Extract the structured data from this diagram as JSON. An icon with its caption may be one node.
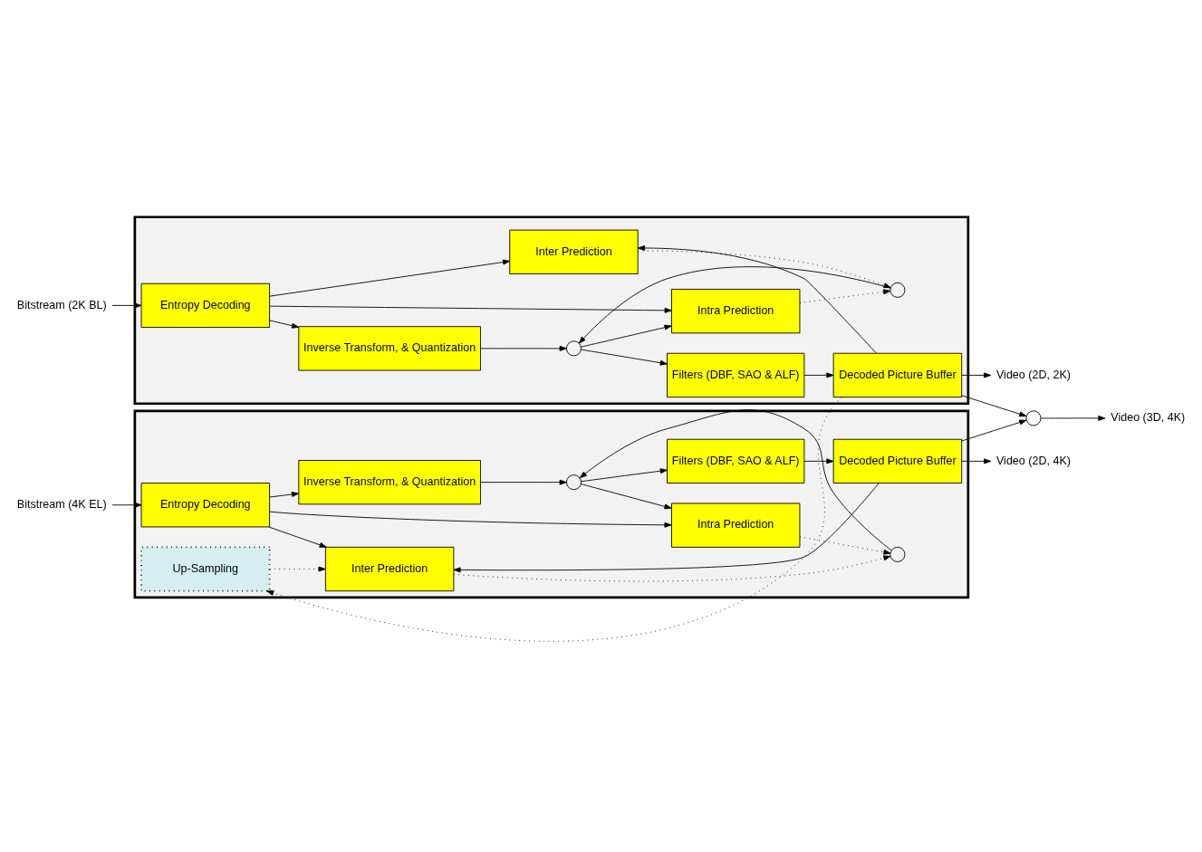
{
  "diagram": {
    "nodes": [
      {
        "text": [],
        "shape": "box"
      },
      {
        "text": [
          "Entropy Decoding"
        ],
        "in": 0
      },
      {
        "text": [
          "Inverse Transform, & Quantization"
        ],
        "in": 0
      },
      {
        "text": [],
        "shape": "circle",
        "in": 0
      },
      {
        "text": [
          "Intra Prediction"
        ],
        "in": 0
      },
      {
        "text": [],
        "shape": "circle",
        "in": 0
      },
      {
        "text": [
          "Filters (DBF, SAO & ALF)"
        ],
        "in": 0
      },
      {
        "text": [
          "Up-Sampling"
        ],
        "in": 0
      },
      {
        "text": [
          "Inter Prediction"
        ],
        "in": 0
      },
      {
        "text": [
          "Decoded Picture Buffer"
        ],
        "in": 0
      },
      {
        "text": [
          "Bitstream (4K EL)"
        ]
      },
      {
        "text": [
          "Video (2D, 4K)"
        ]
      },
      {
        "text": [],
        "shape": "box"
      },
      {
        "text": [
          "Entropy Decoding"
        ],
        "in": 12
      },
      {
        "text": [
          "Inverse Transform, & Quantization"
        ],
        "in": 12
      },
      {
        "text": [],
        "shape": "circle",
        "in": 12
      },
      {
        "text": [
          "Intra Prediction"
        ],
        "in": 12
      },
      {
        "text": [],
        "shape": "circle",
        "in": 12
      },
      {
        "text": [
          "Filters (DBF, SAO & ALF)"
        ],
        "in": 12
      },
      {
        "text": [
          "Inter Prediction"
        ],
        "in": 12
      },
      {
        "text": [
          "Decoded Picture Buffer"
        ],
        "in": 12
      },
      {
        "text": [
          "Bitstream (2K BL)"
        ]
      },
      {
        "text": [
          "Video (3D, 4K)"
        ]
      },
      {
        "text": [
          "Video (2D, 2K)"
        ]
      },
      {
        "text": [],
        "shape": "circle"
      }
    ],
    "edges": [
      {
        "from": 10,
        "to": 1,
        "arrow": "to"
      },
      {
        "from": 1,
        "to": 2,
        "arrow": "to"
      },
      {
        "from": 2,
        "to": 3,
        "arrow": "to"
      },
      {
        "from": 3,
        "to": 6,
        "arrow": "to"
      },
      {
        "from": 3,
        "to": 4,
        "arrow": "to"
      },
      {
        "from": 1,
        "to": 4,
        "arrow": "to"
      },
      {
        "from": 1,
        "to": 8,
        "arrow": "to"
      },
      {
        "from": 4,
        "to": 5,
        "arrow": "to",
        "style": "dashed"
      },
      {
        "from": 8,
        "to": 5,
        "arrow": "to",
        "style": "dashed"
      },
      {
        "from": 5,
        "to": 3,
        "arrow": "to"
      },
      {
        "from": 6,
        "to": 9,
        "arrow": "to"
      },
      {
        "from": 9,
        "to": 8,
        "arrow": "to"
      },
      {
        "from": 7,
        "to": 8,
        "arrow": "to",
        "style": "dashed"
      },
      {
        "from": 9,
        "to": 11,
        "arrow": "to"
      },
      {
        "from": 9,
        "to": 24,
        "arrow": "to"
      },
      {
        "from": 21,
        "to": 13,
        "arrow": "to"
      },
      {
        "from": 13,
        "to": 14,
        "arrow": "to"
      },
      {
        "from": 14,
        "to": 15,
        "arrow": "to"
      },
      {
        "from": 15,
        "to": 18,
        "arrow": "to"
      },
      {
        "from": 15,
        "to": 16,
        "arrow": "to"
      },
      {
        "from": 13,
        "to": 16,
        "arrow": "to"
      },
      {
        "from": 13,
        "to": 19,
        "arrow": "to"
      },
      {
        "from": 16,
        "to": 17,
        "arrow": "to",
        "style": "dashed"
      },
      {
        "from": 19,
        "to": 17,
        "arrow": "to",
        "style": "dashed"
      },
      {
        "from": 17,
        "to": 15,
        "arrow": "to"
      },
      {
        "from": 18,
        "to": 20,
        "arrow": "to"
      },
      {
        "from": 20,
        "to": 19,
        "arrow": "to"
      },
      {
        "from": 20,
        "to": 7,
        "arrow": "to",
        "style": "dashed"
      },
      {
        "from": 20,
        "to": 23,
        "arrow": "to"
      },
      {
        "from": 20,
        "to": 24,
        "arrow": "to"
      },
      {
        "from": 24,
        "to": 22,
        "arrow": "to"
      }
    ]
  }
}
